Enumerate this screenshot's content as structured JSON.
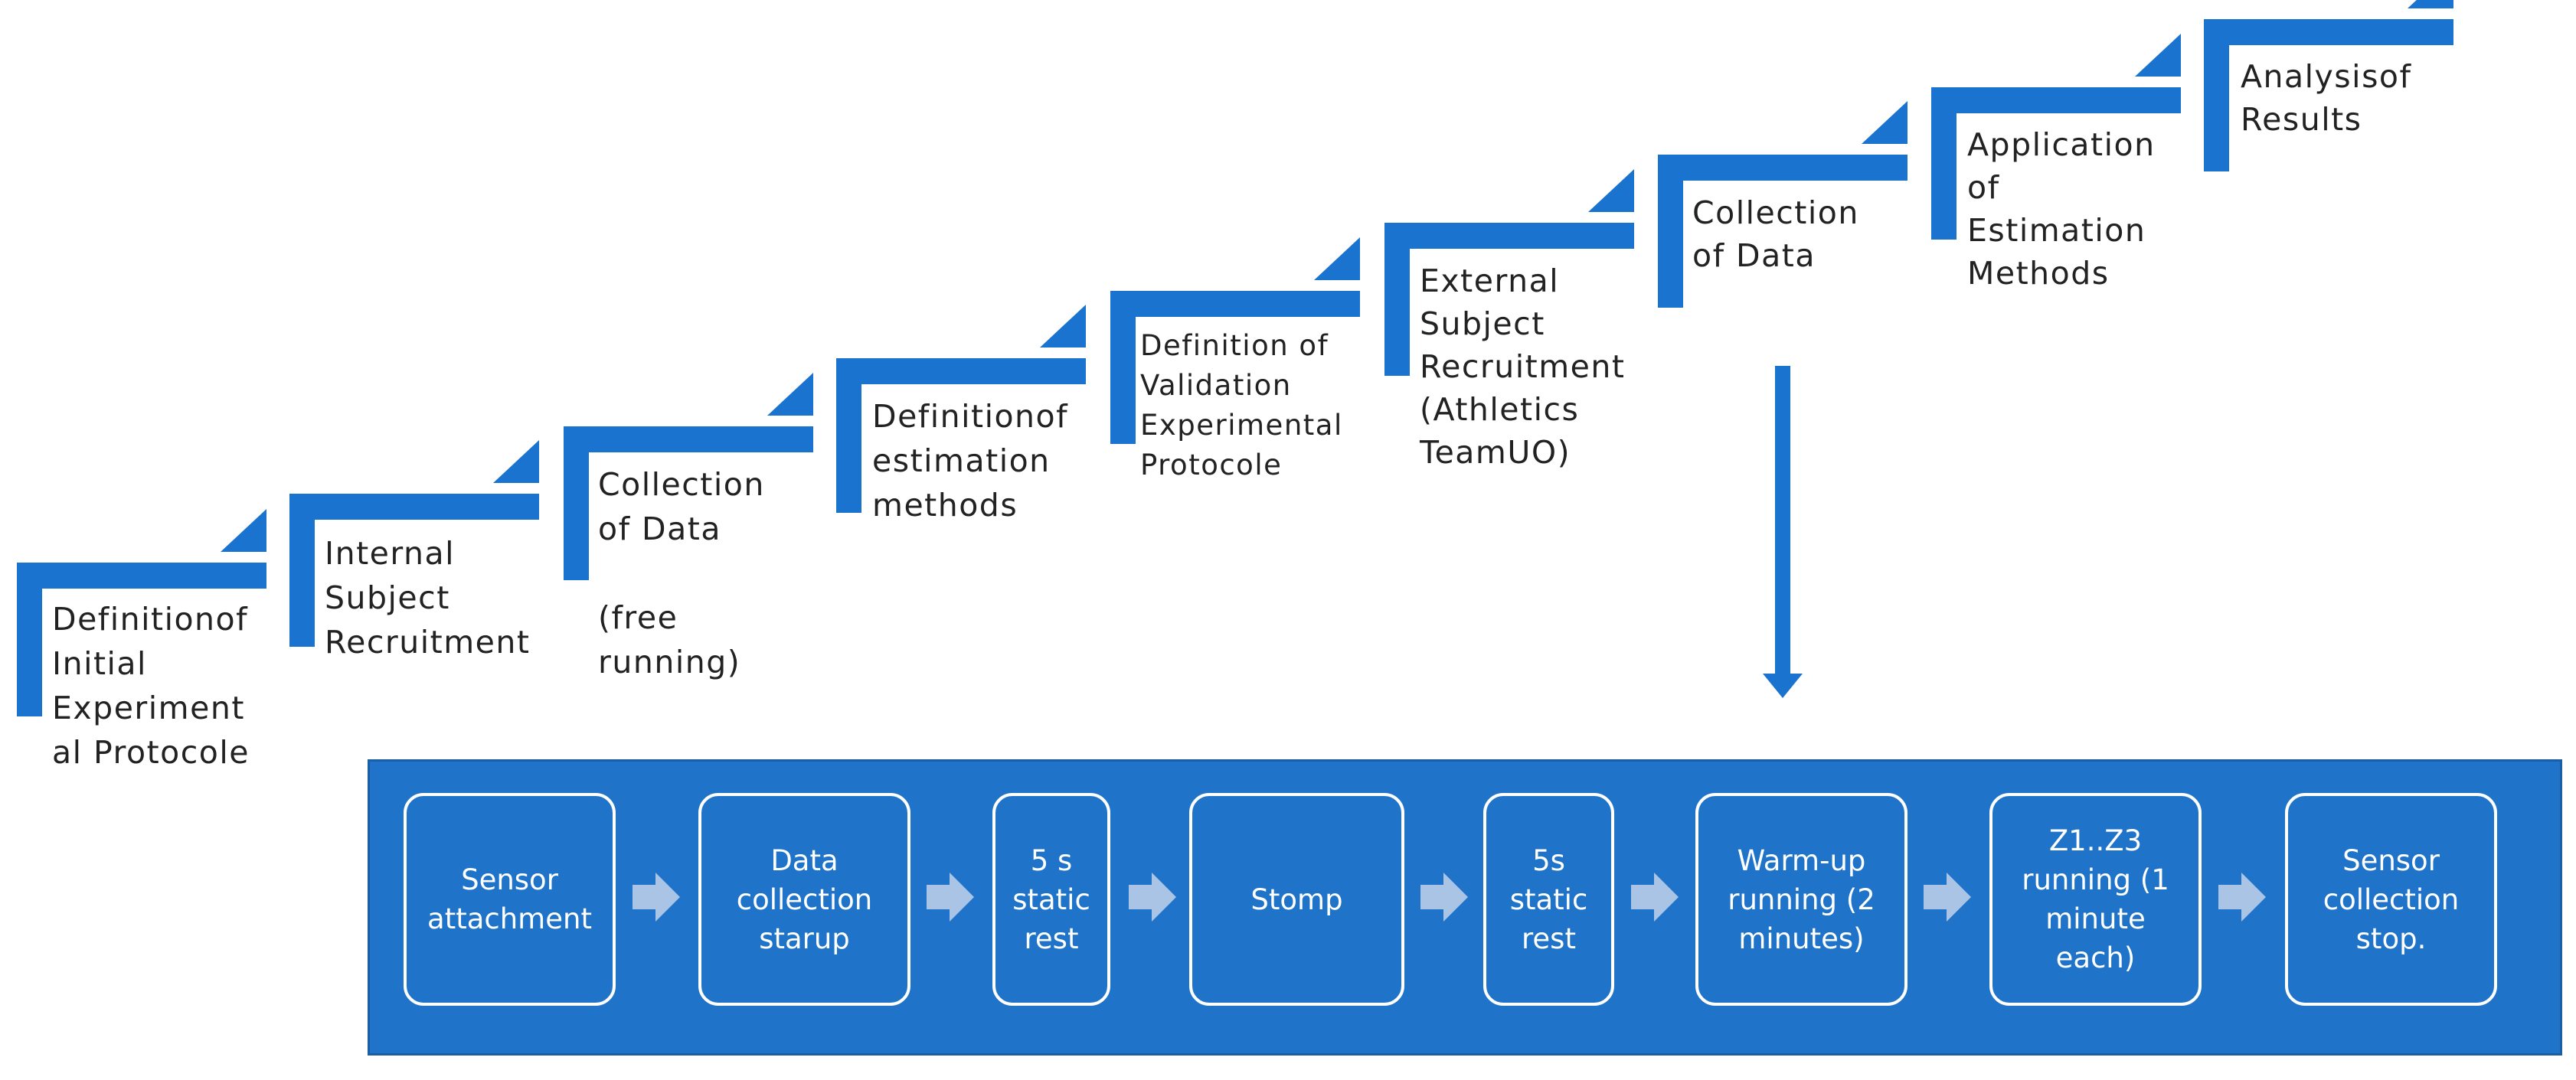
{
  "colors": {
    "step_blue": "#1a73cf",
    "panel_blue": "#1f73c8",
    "chevron_fill": "#a9c4e4",
    "text_dark": "#222222",
    "text_light": "#ffffff"
  },
  "steps": [
    {
      "label": "Definitionof\nInitial\nExperiment\nal Protocole"
    },
    {
      "label": "Internal\nSubject\nRecruitment"
    },
    {
      "label": "Collection\nof Data\n\n(free\nrunning)"
    },
    {
      "label": "Definitionof\nestimation\nmethods"
    },
    {
      "label": "Definition of\nValidation\nExperimental\nProtocole"
    },
    {
      "label": "External\nSubject\nRecruitment\n(Athletics\nTeamUO)"
    },
    {
      "label": "Collection\nof Data"
    },
    {
      "label": "Application\nof\nEstimation\nMethods"
    },
    {
      "label": "Analysisof\nResults"
    }
  ],
  "process": {
    "icon": "down-arrow-icon",
    "boxes": [
      {
        "label": "Sensor\nattachment"
      },
      {
        "label": "Data\ncollection\nstarup"
      },
      {
        "label": "5 s\nstatic\nrest"
      },
      {
        "label": "Stomp"
      },
      {
        "label": "5s\nstatic\nrest"
      },
      {
        "label": "Warm-up\nrunning (2\nminutes)"
      },
      {
        "label": "Z1..Z3\nrunning (1\nminute\neach)"
      },
      {
        "label": "Sensor\ncollection\nstop."
      }
    ],
    "connector_icon": "chevron-right-icon"
  }
}
